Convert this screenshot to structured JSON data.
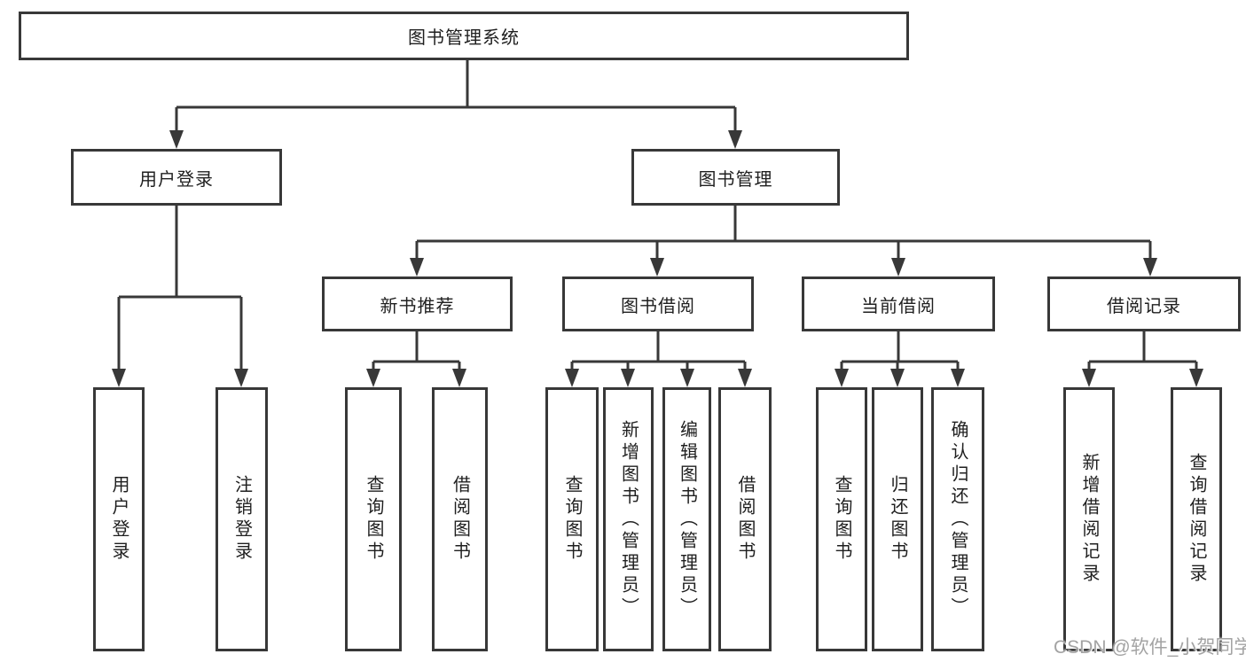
{
  "diagram": {
    "root": "图书管理系统",
    "level2": [
      "用户登录",
      "图书管理"
    ],
    "level3": [
      "新书推荐",
      "图书借阅",
      "当前借阅",
      "借阅记录"
    ],
    "leaves": [
      "用户登录",
      "注销登录",
      "查询图书",
      "借阅图书",
      "查询图书",
      "新增图书（管理员）",
      "编辑图书（管理员）",
      "借阅图书",
      "查询图书",
      "归还图书",
      "确认归还（管理员）",
      "新增借阅记录",
      "查询借阅记录"
    ]
  },
  "watermark": "CSDN @软件_小贺同学",
  "colors": {
    "line": "#383838",
    "text": "#1f1f1f",
    "background": "#ffffff",
    "watermark": "#a3a3a3"
  }
}
